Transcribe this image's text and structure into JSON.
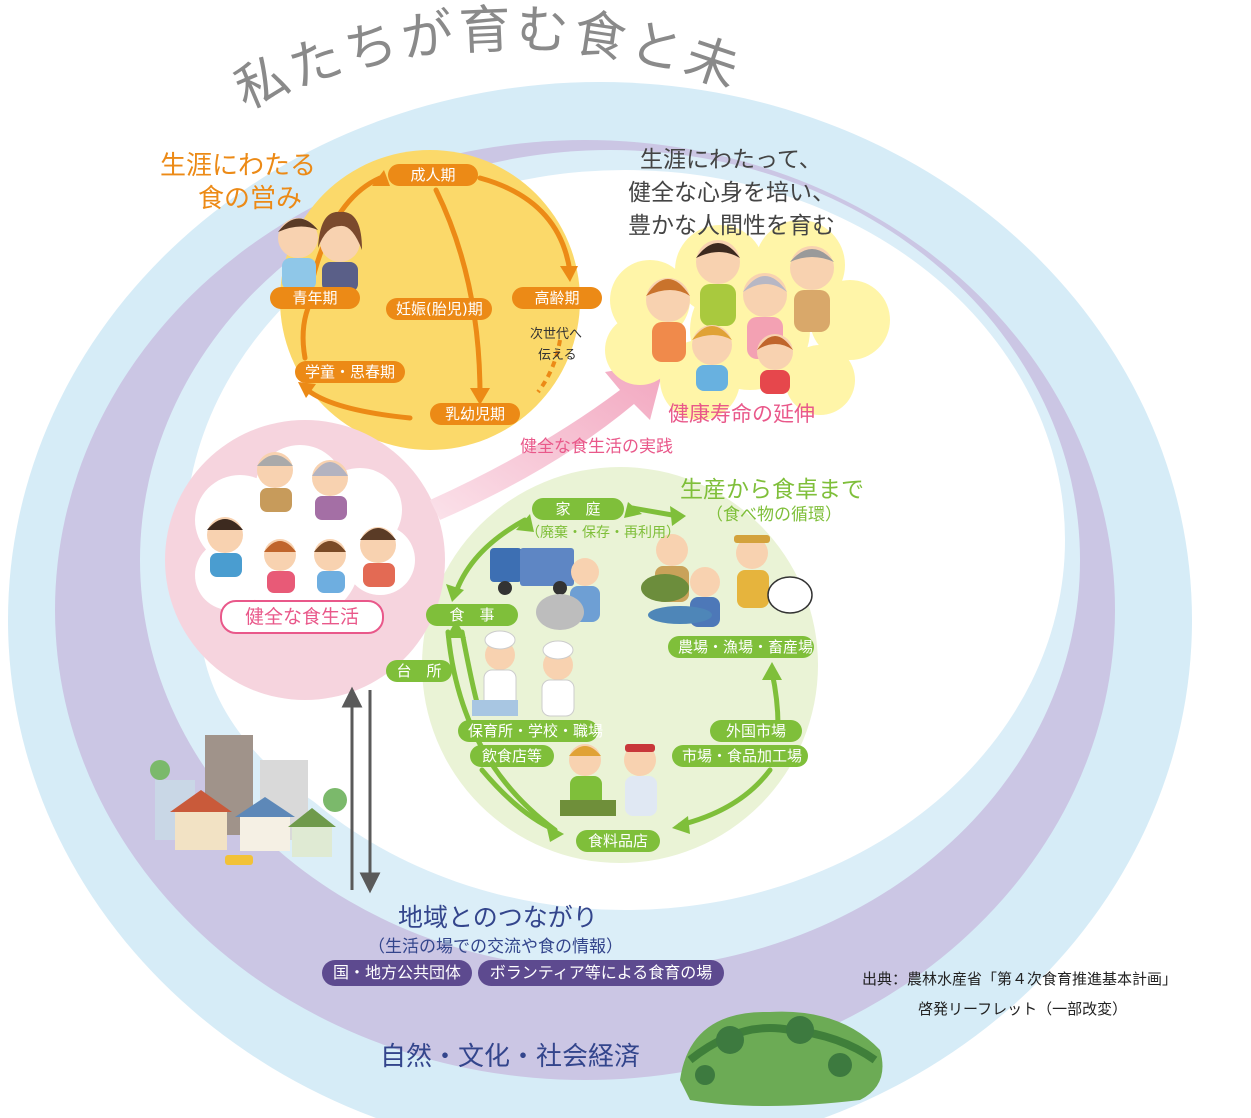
{
  "title": "私たちが育む食と未来",
  "lifelong_cycle": {
    "heading": [
      "生涯にわたる",
      "食の営み"
    ],
    "stages": {
      "adult": "成人期",
      "youth": "青年期",
      "pregnancy": "妊娠(胎児)期",
      "elderly": "高齢期",
      "school": "学童・思春期",
      "infant": "乳幼児期"
    },
    "next_gen": [
      "次世代へ",
      "伝える"
    ]
  },
  "goal_text": [
    "生涯にわたって、",
    "健全な心身を培い、",
    "豊かな人間性を育む"
  ],
  "healthy_life": "健康寿命の延伸",
  "practice_label": "健全な食生活の実践",
  "healthy_diet": "健全な食生活",
  "food_loop": {
    "heading": "生産から食卓まで",
    "subheading": "（食べ物の循環）",
    "home": "家　庭",
    "home_sub": "（廃棄・保存・再利用）",
    "meal": "食　事",
    "kitchen": "台　所",
    "institutions": "保育所・学校・職場",
    "restaurants": "飲食店等",
    "farms": "農場・漁場・畜産場",
    "overseas": "外国市場",
    "market": "市場・食品加工場",
    "grocery": "食料品店"
  },
  "community": {
    "heading": "地域とのつながり",
    "subheading": "（生活の場での交流や食の情報）",
    "gov": "国・地方公共団体",
    "volunteer": "ボランティア等による食育の場"
  },
  "foundation": "自然・文化・社会経済",
  "source": [
    "出典：農林水産省「第４次食育推進基本計画」",
    "啓発リーフレット（一部改変）"
  ],
  "colors": {
    "outer_ring": "#d3eaf6",
    "purple_ring": "#c9c4e2",
    "yellow_circle": "#fbd96a",
    "orange": "#ec8a16",
    "green": "#7fbf3a",
    "pink": "#e9588a",
    "navy": "#33458c"
  }
}
